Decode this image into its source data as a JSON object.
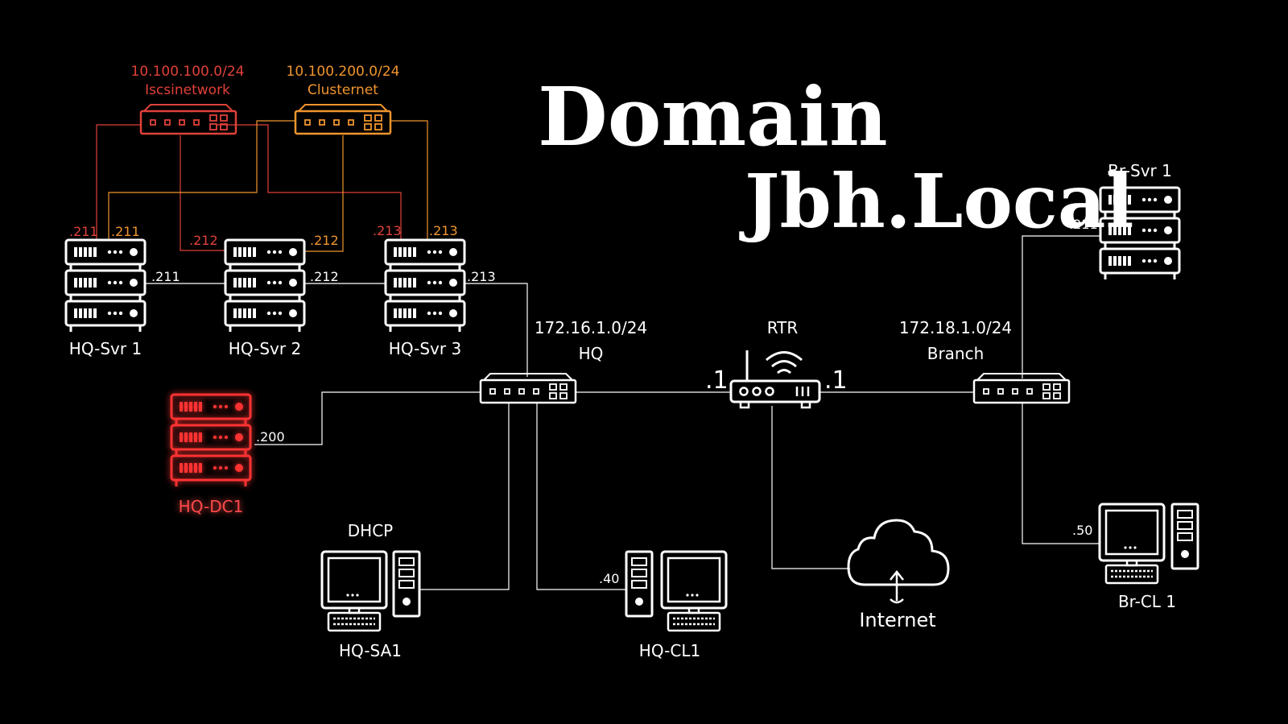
{
  "title": {
    "line1": "Domain",
    "line2": "Jbh.Local"
  },
  "colors": {
    "background": "#000000",
    "line": "#ffffff",
    "iscsi": "#e0413a",
    "cluster": "#f0952e",
    "dc": "#ff2a2a"
  },
  "networks": {
    "iscsi": {
      "cidr": "10.100.100.0/24",
      "name": "Iscsinetwork"
    },
    "cluster": {
      "cidr": "10.100.200.0/24",
      "name": "Clusternet"
    },
    "hq": {
      "cidr": "172.16.1.0/24",
      "name": "HQ"
    },
    "branch": {
      "cidr": "172.18.1.0/24",
      "name": "Branch"
    }
  },
  "devices": {
    "hq_svr1": {
      "name": "HQ-Svr 1",
      "ip_lan": ".211",
      "ip_iscsi": ".211",
      "ip_cluster": ".211"
    },
    "hq_svr2": {
      "name": "HQ-Svr 2",
      "ip_lan": ".212",
      "ip_iscsi": ".212",
      "ip_cluster": ".212"
    },
    "hq_svr3": {
      "name": "HQ-Svr 3",
      "ip_lan": ".213",
      "ip_iscsi": ".213",
      "ip_cluster": ".213"
    },
    "hq_dc1": {
      "name": "HQ-DC1",
      "ip": ".200"
    },
    "hq_sa1": {
      "name": "HQ-SA1",
      "role": "DHCP"
    },
    "hq_cl1": {
      "name": "HQ-CL1",
      "ip": ".40"
    },
    "rtr": {
      "name": "RTR",
      "ip_hq": ".1",
      "ip_branch": ".1"
    },
    "internet": {
      "name": "Internet"
    },
    "br_svr1": {
      "name": "Br-Svr 1",
      "ip": ".211"
    },
    "br_cl1": {
      "name": "Br-CL 1",
      "ip": ".50"
    }
  }
}
